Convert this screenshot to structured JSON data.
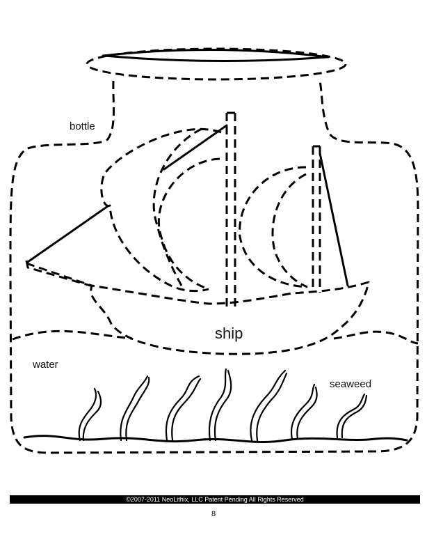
{
  "labels": {
    "bottle": "bottle",
    "ship": "ship",
    "water": "water",
    "seaweed": "seaweed"
  },
  "footer": {
    "copyright": "©2007-2011 NeoLithix, LLC  Patent Pending  All Rights Reserved",
    "page_number": "8"
  }
}
